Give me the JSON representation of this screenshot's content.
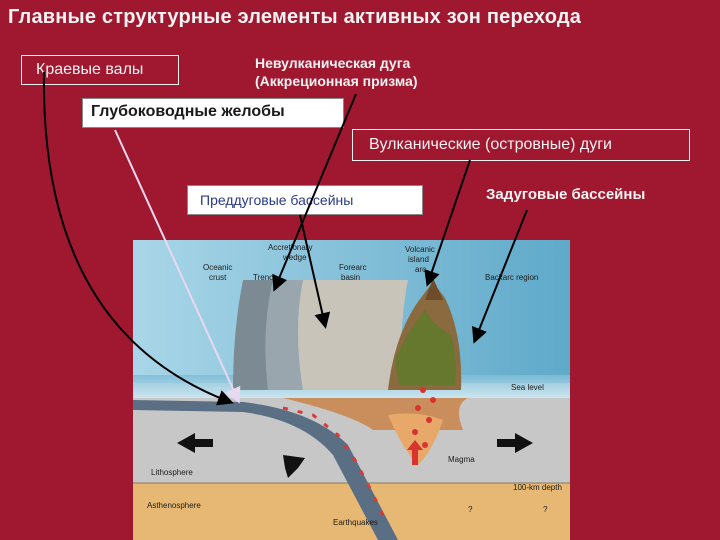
{
  "title": "Главные структурные элементы активных зон перехода",
  "labels": {
    "kraevye_valy": "Краевые валы",
    "nevulk_line1": "Невулканическая дуга",
    "nevulk_line2": "(Аккреционная призма)",
    "zheloby": "Глубоководные желобы",
    "vulk_dugi": "Вулканические (островные) дуги",
    "preddugovye": "Преддуговые бассейны",
    "zadugovye": "Задуговые бассейны"
  },
  "diagram": {
    "oceanic_crust_1": "Oceanic",
    "oceanic_crust_2": "crust",
    "trench": "Trench",
    "accretionary_1": "Accretionary",
    "accretionary_2": "wedge",
    "forearc_1": "Forearc",
    "forearc_2": "basin",
    "volcanic_1": "Volcanic",
    "volcanic_2": "island",
    "volcanic_3": "arc",
    "backarc": "Backarc region",
    "sea_level": "Sea level",
    "lithosphere": "Lithosphere",
    "magma": "Magma",
    "depth": "100-km depth",
    "asthenosphere": "Asthenosphere",
    "earthquakes": "Earthquakes",
    "q1": "?",
    "q2": "?"
  },
  "colors": {
    "background": "#a01830",
    "label_text": "#f3f3f3",
    "box_text_blue": "#2a3a8a",
    "sea": "#8fc8de"
  }
}
